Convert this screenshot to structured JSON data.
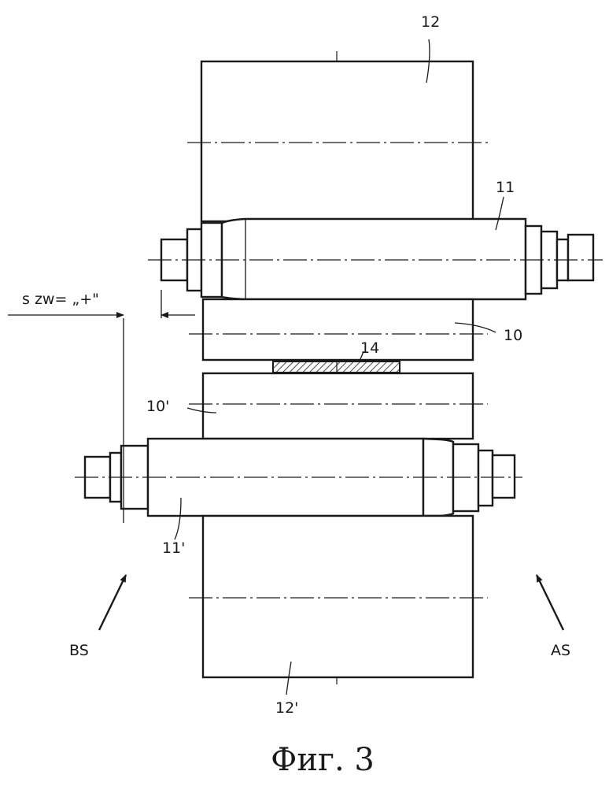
{
  "labels": {
    "backup_roll_top": "12",
    "intermediate_roll_top": "11",
    "work_roll_top": "10",
    "strip": "14",
    "work_roll_bottom": "10'",
    "intermediate_roll_bottom": "11'",
    "backup_roll_bottom": "12'",
    "shift_label": "s zw= „+\"",
    "drive_side": "BS",
    "operator_side": "AS"
  },
  "caption": "Фиг. 3"
}
